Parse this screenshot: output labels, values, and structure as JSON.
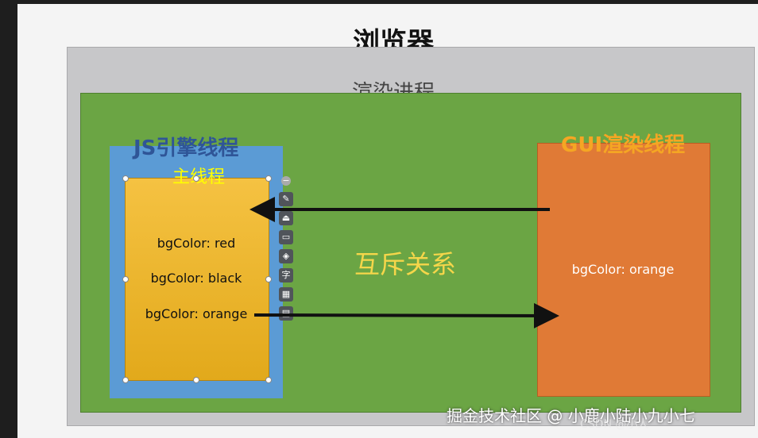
{
  "title": "浏览器",
  "render_process": "渲染进程",
  "js_thread": {
    "label": "JS引擎线程",
    "main_thread": "主线程",
    "lines": [
      "bgColor: red",
      "bgColor: black",
      "bgColor: orange"
    ]
  },
  "gui_thread": {
    "label": "GUI渲染线程",
    "text": "bgColor: orange"
  },
  "relation": "互斥关系",
  "toolbar": {
    "icons": [
      "minus-icon",
      "brush-icon",
      "stamp-icon",
      "laptop-icon",
      "layers-icon",
      "text-icon",
      "image-icon",
      "grid-icon"
    ],
    "text_glyph": "字"
  },
  "watermark": "掘金技术社区 @ 小鹿小陆小九小七",
  "csdn": "CSDN @小人"
}
